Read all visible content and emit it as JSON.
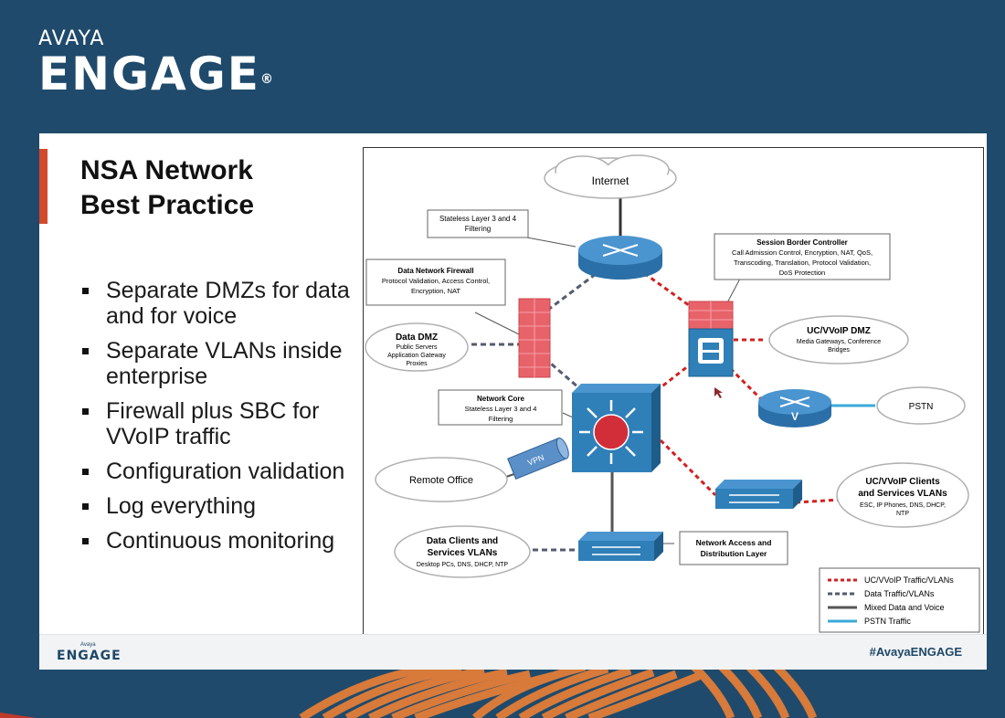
{
  "brand": {
    "small": "AVAYA",
    "big": "ENGAGE",
    "reg": "®"
  },
  "slide": {
    "title_line1": "NSA Network",
    "title_line2": "Best Practice",
    "bullets": [
      "Separate DMZs for data and for voice",
      "Separate VLANs inside enterprise",
      "Firewall plus SBC for VVoIP traffic",
      "Configuration validation",
      "Log everything",
      "Continuous monitoring"
    ]
  },
  "diagram": {
    "internet": "Internet",
    "stateless_filter": [
      "Stateless Layer 3 and 4",
      "Filtering"
    ],
    "sbc": {
      "title": "Session Border Controller",
      "lines": [
        "Call Admission Control, Encryption, NAT, QoS,",
        "Transcoding, Translation, Protocol Validation,",
        "DoS Protection"
      ]
    },
    "firewall": {
      "title": "Data Network Firewall",
      "lines": [
        "Protocol Validation, Access Control,",
        "Encryption, NAT"
      ]
    },
    "data_dmz": {
      "title": "Data DMZ",
      "lines": [
        "Public Servers",
        "Application Gateway",
        "Proxies"
      ]
    },
    "uc_dmz": {
      "title": "UC/VVoIP DMZ",
      "lines": [
        "Media Gateways, Conference",
        "Bridges"
      ]
    },
    "network_core": {
      "title": "Network Core",
      "lines": [
        "Stateless Layer 3 and 4",
        "Filtering"
      ]
    },
    "pstn": "PSTN",
    "vpn": "VPN",
    "remote_office": "Remote Office",
    "uc_clients": {
      "title": [
        "UC/VVoIP Clients",
        "and Services VLANs"
      ],
      "lines": [
        "ESC, IP Phones, DNS, DHCP,",
        "NTP"
      ]
    },
    "data_clients": {
      "title": [
        "Data Clients and",
        "Services VLANs"
      ],
      "lines": [
        "Desktop PCs, DNS, DHCP, NTP"
      ]
    },
    "access_layer": [
      "Network Access and",
      "Distribution Layer"
    ],
    "legend": [
      {
        "label": "UC/VVoIP Traffic/VLANs",
        "color": "#d22020",
        "style": "dotted"
      },
      {
        "label": "Data Traffic/VLANs",
        "color": "#555b70",
        "style": "dashed"
      },
      {
        "label": "Mixed Data and Voice",
        "color": "#555555",
        "style": "solid"
      },
      {
        "label": "PSTN Traffic",
        "color": "#3aa9d8",
        "style": "solid"
      }
    ]
  },
  "footer": {
    "logo_small": "Avaya",
    "logo": "ENGAGE",
    "hashtag": "#AvayaENGAGE"
  },
  "colors": {
    "background": "#1f4a6b",
    "accent": "#d24a2a",
    "device_blue": "#2f7fb8",
    "firewall_red": "#e8626a"
  }
}
